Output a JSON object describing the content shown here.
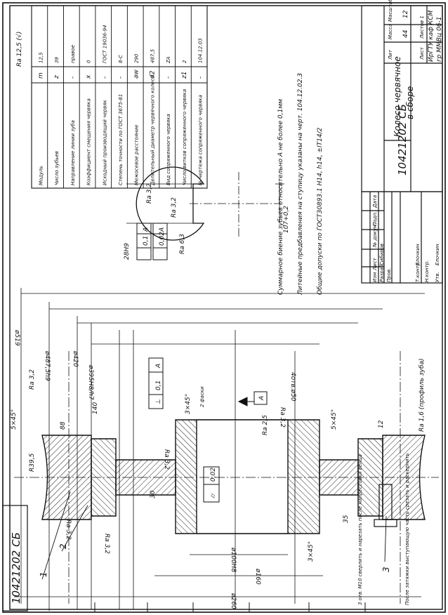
{
  "stamp": {
    "doc_number": "10421202 СБ",
    "title_line1": "Колесо червячное",
    "title_line2": "в сборе",
    "head_lit": "Лит",
    "head_mass": "Масса",
    "head_scale": "Масштаб",
    "mass": "44",
    "scale": "12",
    "sheet": "Лист",
    "sheets": "Листов 1",
    "org_line1": "ИрГТУ каф КСМ",
    "org_line2": "гр ММВц 06-1",
    "col_headers": [
      "Изм",
      "Лист",
      "№ докум.",
      "Подп.",
      "Дата"
    ],
    "roles": [
      "Разраб.",
      "Пров.",
      "Т.контр.",
      "Н.контр.",
      "Утв."
    ],
    "names": [
      "Сибиров",
      "",
      "Елочкин",
      "",
      "Елочкин"
    ]
  },
  "top_left_doc_number": "10421202 СБ",
  "surface_finish": "Ra 12,5 (√)",
  "params_table": {
    "rows": [
      {
        "name": "Модуль",
        "sym": "m",
        "val": "12,5"
      },
      {
        "name": "Число зубьев",
        "sym": "z",
        "val": "39"
      },
      {
        "name": "Направление линии зуба",
        "sym": "-",
        "val": "правое"
      },
      {
        "name": "Коэффициент смещения червяка",
        "sym": "x",
        "val": "0"
      },
      {
        "name": "Исходный производящий червяк",
        "sym": "-",
        "val": "ГОСТ 19036-94"
      },
      {
        "name": "Степень точности по ГОСТ 3675-81",
        "sym": "-",
        "val": "8-С"
      },
      {
        "name": "Межосевое расстояние",
        "sym": "aw",
        "val": "290"
      },
      {
        "name": "Делительный диаметр червячного колеса",
        "sym": "d2",
        "val": "487,5"
      },
      {
        "name": "Вид сопряженного червяка",
        "sym": "-",
        "val": "ZA"
      },
      {
        "name": "Число витков сопряженного червяка",
        "sym": "z1",
        "val": "2"
      },
      {
        "name": "№ чертежа сопряженного червяка",
        "sym": "-",
        "val": "104.12.03"
      }
    ]
  },
  "notes": [
    "Суммарное биение зубьев относительно А не более 0,1мм",
    "Литейные предбавления на ступицу указаны на черт. 104.12.02.3",
    "Общие допуски по ГОСТ30893.1  H14, h14, ±IT14/2"
  ],
  "keyway": {
    "width": "28H9",
    "depth": "107+0,2",
    "ra_side": "Ra 3,2",
    "ra_bottom": "Ra 6,3",
    "tol1": "0,1",
    "tol2": "0,02",
    "datum": "A"
  },
  "dims": {
    "d519": "ø519",
    "d487": "ø487,5h9",
    "d420": "ø420",
    "d395": "ø395H8/h7",
    "d450": "4отв.ø50",
    "d100": "ø100H8",
    "d160": "ø160",
    "d260": "ø260",
    "ra32": "Ra 3,2",
    "ra25": "Ra 2,5",
    "ra16": "Ra 1,6 (профиль зуба)",
    "r39": "R39,5",
    "c5a": "5×45°",
    "c5b": "5×45°",
    "c3a": "3×45°",
    "c3b": "3×45°",
    "two_facets": "2 фаски",
    "d88": "88",
    "d140": "140",
    "d30": "30",
    "d35": "35",
    "d12": "12",
    "tol_perp": "0,1",
    "tol_circ": "0,02",
    "datum": "A"
  },
  "positions": [
    "1",
    "2",
    "3"
  ],
  "side_notes": [
    "3 отв. М10 сверлить и нарезать после напрессовки венца",
    "После затяжки выступающую часть срезать и раскернить"
  ],
  "colors": {
    "line": "#111111",
    "paper": "#ffffff",
    "hatch": "#222222"
  }
}
